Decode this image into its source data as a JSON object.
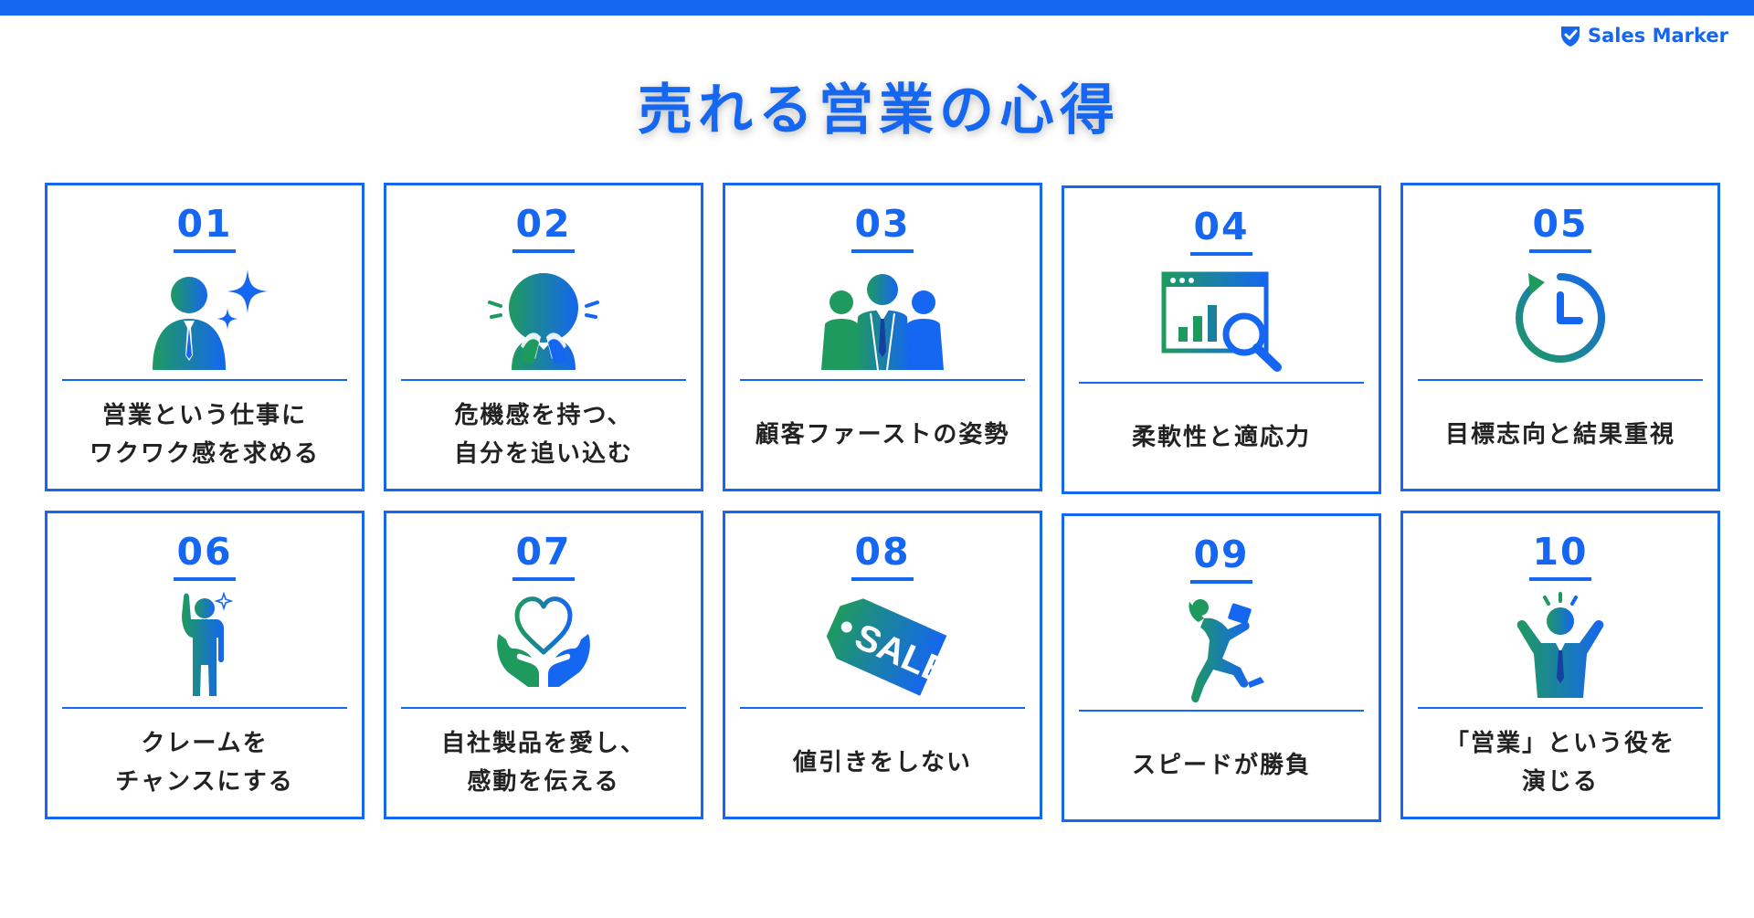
{
  "header": {
    "brand": "Sales Marker",
    "title": "売れる営業の心得"
  },
  "colors": {
    "accent": "#1566f0",
    "gradient_start": "#1f9a5f",
    "gradient_end": "#1566f0"
  },
  "cards": [
    {
      "number": "01",
      "label": "営業という仕事に\nワクワク感を求める",
      "icon": "person-sparkle-icon"
    },
    {
      "number": "02",
      "label": "危機感を持つ、\n自分を追い込む",
      "icon": "distressed-person-icon"
    },
    {
      "number": "03",
      "label": "顧客ファーストの姿勢",
      "icon": "business-team-icon"
    },
    {
      "number": "04",
      "label": "柔軟性と適応力",
      "icon": "analytics-magnifier-icon"
    },
    {
      "number": "05",
      "label": "目標志向と結果重視",
      "icon": "clock-icon"
    },
    {
      "number": "06",
      "label": "クレームを\nチャンスにする",
      "icon": "person-raising-hand-icon"
    },
    {
      "number": "07",
      "label": "自社製品を愛し、\n感動を伝える",
      "icon": "heart-in-hands-icon"
    },
    {
      "number": "08",
      "label": "値引きをしない",
      "icon": "sale-tag-icon"
    },
    {
      "number": "09",
      "label": "スピードが勝負",
      "icon": "running-businessman-icon"
    },
    {
      "number": "10",
      "label": "「営業」という役を\n演じる",
      "icon": "cheering-person-icon"
    }
  ]
}
